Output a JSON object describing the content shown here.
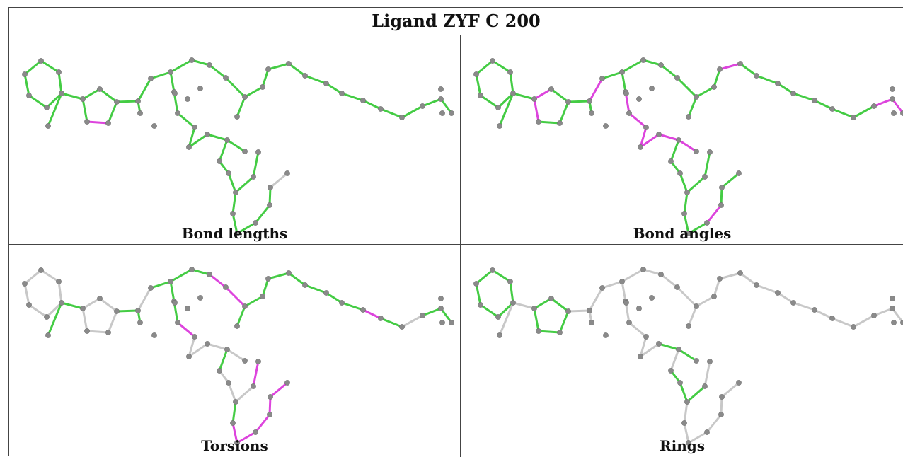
{
  "title": "Ligand ZYF C 200",
  "colors": {
    "good": "#44cc44",
    "outlier": "#dd44dd",
    "neutral": "#c8c8c8",
    "atom": "#8a8a8a"
  },
  "panels": [
    {
      "caption": "Bond lengths",
      "outlier_bonds": [
        [
          7,
          8
        ],
        [
          7,
          11
        ]
      ],
      "neutral_bonds": [
        [
          48,
          49
        ],
        [
          48,
          50
        ],
        [
          50,
          51
        ]
      ]
    },
    {
      "caption": "Bond angles",
      "outlier_bonds": [
        [
          5,
          6
        ],
        [
          6,
          7
        ],
        [
          6,
          10
        ],
        [
          7,
          11
        ],
        [
          11,
          12
        ],
        [
          12,
          13
        ],
        [
          21,
          22
        ],
        [
          21,
          27
        ],
        [
          29,
          30
        ],
        [
          30,
          31
        ],
        [
          31,
          32
        ],
        [
          32,
          33
        ],
        [
          33,
          34
        ],
        [
          34,
          35
        ],
        [
          33,
          36
        ],
        [
          35,
          36
        ],
        [
          36,
          37
        ],
        [
          37,
          38
        ],
        [
          46,
          47
        ],
        [
          46,
          48
        ]
      ],
      "neutral_bonds": []
    },
    {
      "caption": "Torsions",
      "outlier_bonds": [
        [
          16,
          17
        ],
        [
          17,
          18
        ],
        [
          26,
          27
        ],
        [
          33,
          34
        ],
        [
          42,
          43
        ],
        [
          43,
          44
        ],
        [
          44,
          45
        ],
        [
          45,
          46
        ],
        [
          46,
          47
        ],
        [
          47,
          48
        ],
        [
          48,
          49
        ],
        [
          49,
          50
        ],
        [
          50,
          51
        ]
      ],
      "neutral_bonds": [
        [
          0,
          1
        ],
        [
          1,
          2
        ],
        [
          2,
          3
        ],
        [
          3,
          4
        ],
        [
          4,
          5
        ],
        [
          0,
          5
        ],
        [
          6,
          7
        ],
        [
          7,
          8
        ],
        [
          8,
          9
        ],
        [
          9,
          10
        ],
        [
          10,
          6
        ],
        [
          4,
          11
        ],
        [
          5,
          6
        ],
        [
          12,
          13
        ],
        [
          28,
          29
        ],
        [
          34,
          35
        ],
        [
          36,
          37
        ],
        [
          37,
          38
        ],
        [
          35,
          36
        ],
        [
          38,
          39
        ],
        [
          39,
          40
        ],
        [
          40,
          41
        ],
        [
          41,
          42
        ],
        [
          42,
          36
        ],
        [
          37,
          43
        ],
        [
          53,
          54
        ],
        [
          54,
          55
        ],
        [
          54,
          56
        ]
      ],
      "keep_good": true
    },
    {
      "caption": "Rings",
      "outlier_bonds": [],
      "ring_bonds": [
        [
          0,
          1
        ],
        [
          1,
          2
        ],
        [
          2,
          3
        ],
        [
          3,
          4
        ],
        [
          4,
          5
        ],
        [
          0,
          5
        ],
        [
          6,
          7
        ],
        [
          7,
          8
        ],
        [
          8,
          9
        ],
        [
          9,
          10
        ],
        [
          10,
          6
        ],
        [
          36,
          37
        ],
        [
          37,
          38
        ],
        [
          38,
          39
        ],
        [
          39,
          40
        ],
        [
          40,
          41
        ],
        [
          41,
          42
        ],
        [
          42,
          36
        ]
      ],
      "all_neutral_except_rings": true
    }
  ]
}
